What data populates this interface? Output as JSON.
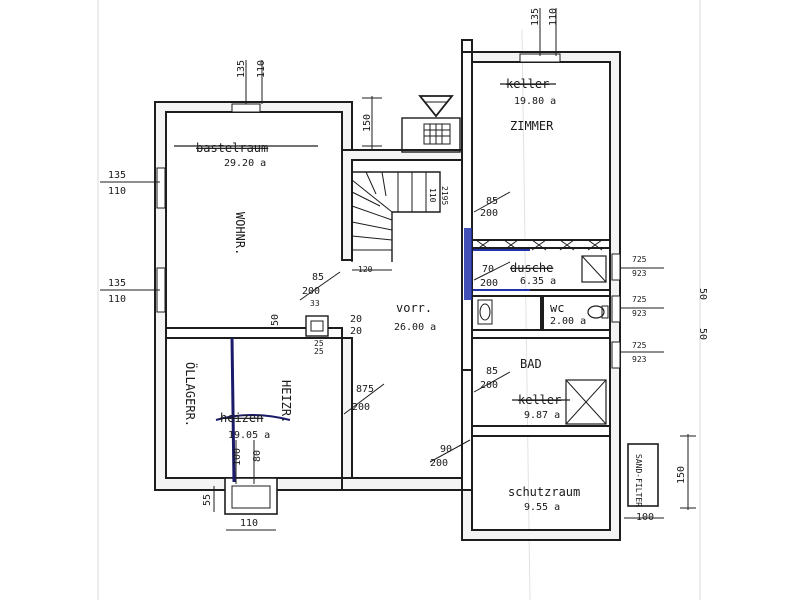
{
  "rooms": {
    "bastelraum": {
      "label": "bastelraum",
      "area": "29.20 a",
      "handwritten": "WOHNR."
    },
    "keller_top": {
      "label": "keller",
      "area": "19.80 a",
      "handwritten": "ZIMMER"
    },
    "dusche": {
      "label": "dusche",
      "area": "6.35 a"
    },
    "wc": {
      "label": "wc",
      "area": "2.00 a"
    },
    "vorraum": {
      "label": "vorr.",
      "area": "26.00 a"
    },
    "heizraum": {
      "label": "heizen",
      "area": "19.05 a",
      "handwritten_left": "ÖLLAGERR.",
      "handwritten_right": "HEIZR."
    },
    "bad": {
      "label": "BAD"
    },
    "keller_bad": {
      "label": "keller",
      "area": "9.87 a"
    },
    "schutzraum": {
      "label": "schutzraum",
      "area": "9.55 a"
    },
    "sandfilter": {
      "label": "SAND-FILTER"
    }
  },
  "dimensions": {
    "d135a": "135",
    "d110a": "110",
    "d135b": "135",
    "d110b": "110",
    "d135c": "135",
    "d110c": "110",
    "d135d": "135",
    "d110d": "110",
    "d150a": "150",
    "d110_2195": "110",
    "d2195": "2195",
    "d85_200a": "85",
    "d200a": "200",
    "d120": "120",
    "d85_200b": "85",
    "d200b": "200",
    "d33": "33",
    "d50": "50",
    "d20a": "20",
    "d20b": "20",
    "d25a": "25",
    "d25b": "25",
    "d70": "70",
    "d200c": "200",
    "d725a": "725",
    "d923a": "923",
    "d725b": "725",
    "d923b": "923",
    "d725c": "725",
    "d923c": "923",
    "d85_200c": "85",
    "d200d": "200",
    "d875": "875",
    "d200e": "200",
    "d90": "90",
    "d200f": "200",
    "d100": "100",
    "d80": "80",
    "d55": "55",
    "d110e": "110",
    "d150b": "150",
    "d100b": "100",
    "d50_edge": "50",
    "d50_edge2": "50"
  },
  "colors": {
    "line": "#1d1d1d",
    "marker_blue": "#2233aa",
    "paper": "#ffffff"
  }
}
